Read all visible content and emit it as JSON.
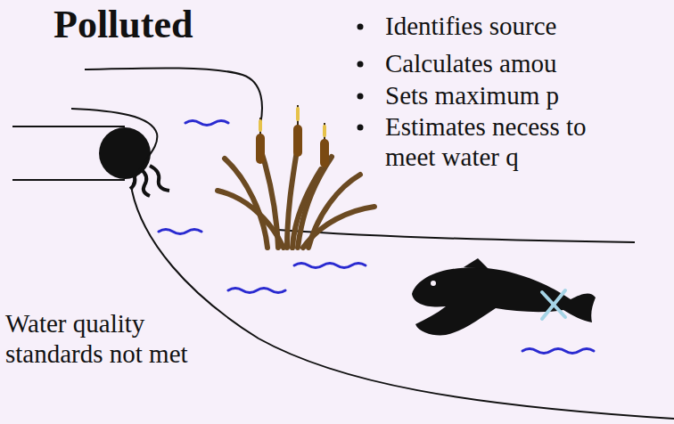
{
  "diagram": {
    "title": "Polluted",
    "labels": [
      "Identifies source",
      "Calculates amou",
      "Sets maximum p",
      "Estimates necess to meet water q",
      "Water quality standards not met"
    ]
  }
}
